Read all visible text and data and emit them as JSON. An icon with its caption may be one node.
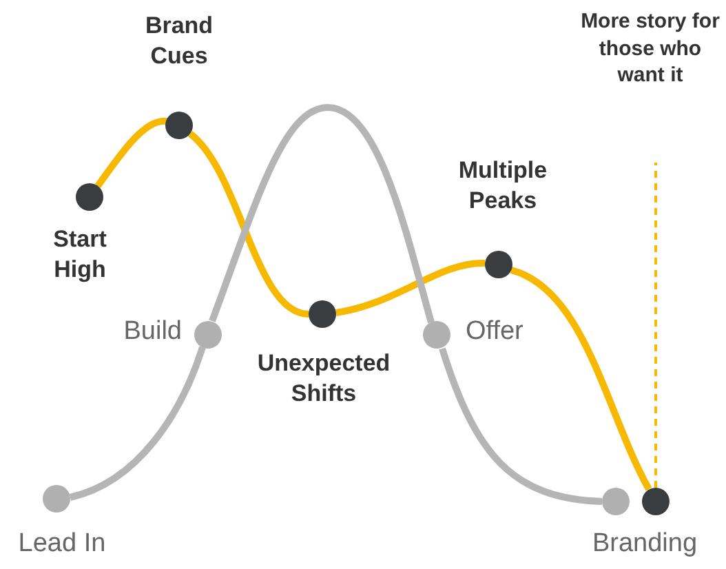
{
  "diagram": {
    "nodes": [
      {
        "text": [
          "Start High"
        ]
      },
      {
        "text": [
          "Brand Cues"
        ]
      },
      {
        "text": [
          "Unexpected Shifts"
        ]
      },
      {
        "text": [
          "Multiple Peaks"
        ]
      },
      {
        "text": [],
        "shape": "circle"
      },
      {
        "text": [
          "More story for those who want it"
        ]
      },
      {
        "text": [
          "Lead In"
        ]
      },
      {
        "text": [
          "Build"
        ]
      },
      {
        "text": [
          "Offer"
        ]
      },
      {
        "text": [
          "Branding"
        ]
      }
    ],
    "edges": [
      {
        "from": 0,
        "to": 1,
        "arrow": "none"
      },
      {
        "from": 1,
        "to": 2,
        "arrow": "none"
      },
      {
        "from": 2,
        "to": 3,
        "arrow": "none"
      },
      {
        "from": 3,
        "to": 4,
        "arrow": "none"
      },
      {
        "from": 4,
        "to": 5,
        "arrow": "none",
        "style": "dashed"
      },
      {
        "from": 6,
        "to": 7,
        "arrow": "none",
        "color": "#b5b5b5"
      },
      {
        "from": 7,
        "to": 8,
        "arrow": "none",
        "color": "#b5b5b5"
      },
      {
        "from": 8,
        "to": 9,
        "arrow": "none",
        "color": "#b5b5b5"
      }
    ]
  }
}
